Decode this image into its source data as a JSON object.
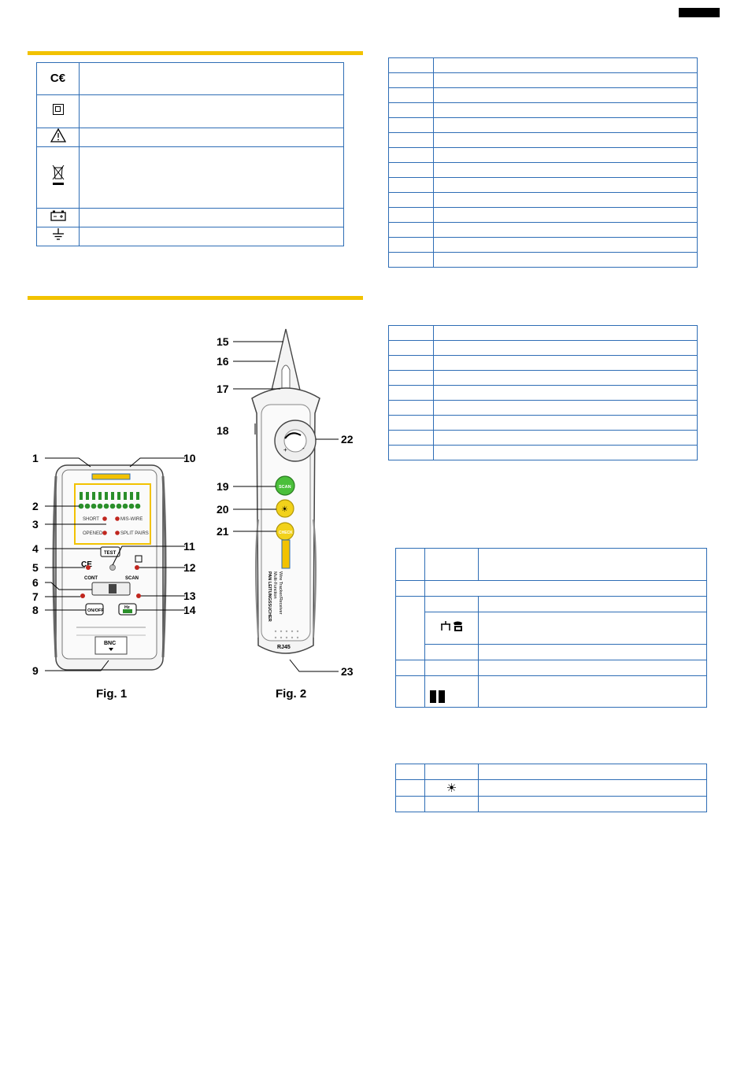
{
  "symbols": [
    "ce-mark-icon",
    "double-insulation-icon",
    "warning-triangle-icon",
    "weee-bin-icon",
    "battery-icon",
    "ground-icon"
  ],
  "fig1": {
    "caption": "Fig. 1",
    "callouts": [
      "1",
      "2",
      "3",
      "4",
      "5",
      "6",
      "7",
      "8",
      "9",
      "10",
      "11",
      "12",
      "13",
      "14"
    ],
    "labels": {
      "test": "TEST",
      "cont": "CONT",
      "scan": "SCAN",
      "onoff": "ON/OFF",
      "hz": "Hz",
      "bnc": "BNC",
      "ce": "CE",
      "short": "SHORT",
      "miswire": "MIS-WIRE",
      "opened": "OPENED",
      "split": "SPLIT PAIRS"
    }
  },
  "fig2": {
    "caption": "Fig. 2",
    "callouts": [
      "15",
      "16",
      "17",
      "18",
      "19",
      "20",
      "21",
      "22",
      "23"
    ],
    "labels": {
      "rj45": "RJ45",
      "scan": "SCAN",
      "light": "☀",
      "check": "CHECK",
      "body1": "PAN LEITUNGSSUCHER",
      "body2": "Multi-Function",
      "body3": "Wire Tracker/Receiver"
    }
  },
  "table4": {
    "icon": "☀"
  },
  "colors": {
    "accent": "#f2c200",
    "table_border": "#2e6db5",
    "led_green": "#2a8f2a",
    "led_red": "#c0261e"
  }
}
